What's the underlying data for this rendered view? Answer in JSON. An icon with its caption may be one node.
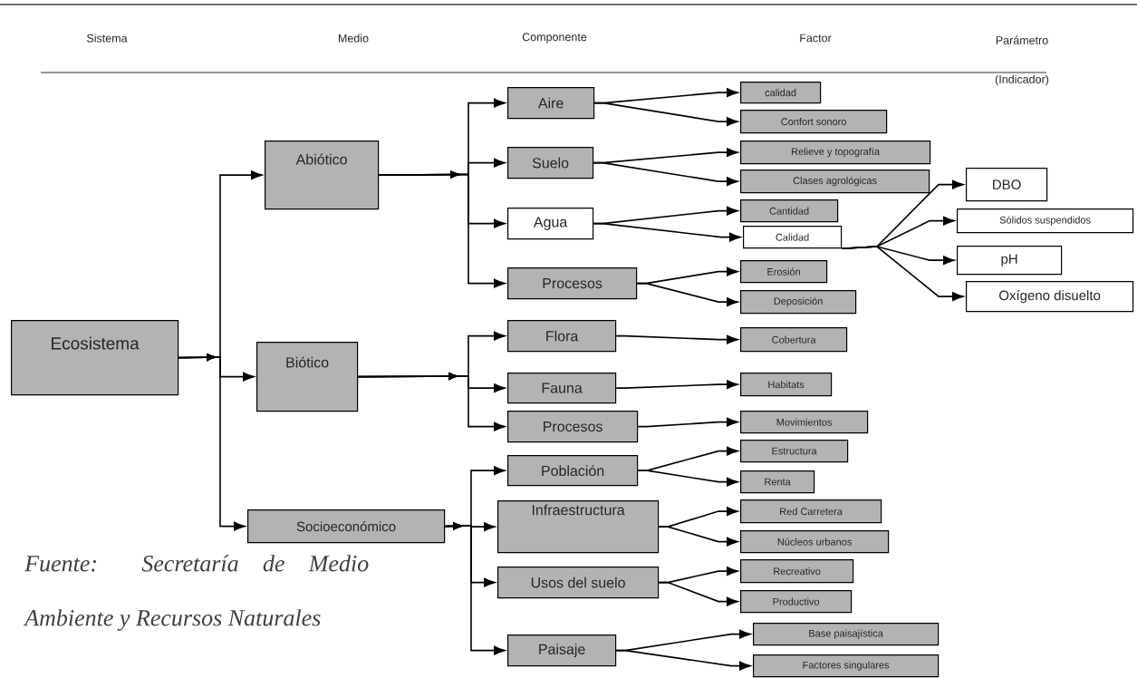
{
  "diagram": {
    "caption": "Fuente: Secretaría de Medio Ambiente y Recursos Naturales",
    "labels": [
      "Sistema",
      "Medio",
      "Componente",
      "Factor",
      "Parámetro (Indicador)"
    ],
    "nodes": [
      {
        "text": [
          "Ecosistema"
        ]
      },
      {
        "text": [
          "Abiótico"
        ]
      },
      {
        "text": [
          "Biótico"
        ]
      },
      {
        "text": [
          "Socioeconómico"
        ]
      },
      {
        "text": [
          "Aire"
        ]
      },
      {
        "text": [
          "Suelo"
        ]
      },
      {
        "text": [
          "Agua"
        ]
      },
      {
        "text": [
          "Procesos"
        ]
      },
      {
        "text": [
          "Flora"
        ]
      },
      {
        "text": [
          "Fauna"
        ]
      },
      {
        "text": [
          "Procesos"
        ]
      },
      {
        "text": [
          "Población"
        ]
      },
      {
        "text": [
          "Infraestructura"
        ]
      },
      {
        "text": [
          "Usos del suelo"
        ]
      },
      {
        "text": [
          "Paisaje"
        ]
      },
      {
        "text": [
          "calidad"
        ]
      },
      {
        "text": [
          "Confort sonoro"
        ]
      },
      {
        "text": [
          "Relieve y topografía"
        ]
      },
      {
        "text": [
          "Clases agrológicas"
        ]
      },
      {
        "text": [
          "Cantidad"
        ]
      },
      {
        "text": [
          "Calidad"
        ]
      },
      {
        "text": [
          "Erosión"
        ]
      },
      {
        "text": [
          "Deposición"
        ]
      },
      {
        "text": [
          "Cobertura"
        ]
      },
      {
        "text": [
          "Habitats"
        ]
      },
      {
        "text": [
          "Movimientos"
        ]
      },
      {
        "text": [
          "Estructura"
        ]
      },
      {
        "text": [
          "Renta"
        ]
      },
      {
        "text": [
          "Red Carretera"
        ]
      },
      {
        "text": [
          "Núcleos urbanos"
        ]
      },
      {
        "text": [
          "Recreativo"
        ]
      },
      {
        "text": [
          "Productivo"
        ]
      },
      {
        "text": [
          "Base paisajística"
        ]
      },
      {
        "text": [
          "Factores singulares"
        ]
      },
      {
        "text": [
          "DBO"
        ]
      },
      {
        "text": [
          "Sólidos suspendidos"
        ]
      },
      {
        "text": [
          "pH"
        ]
      },
      {
        "text": [
          "Oxígeno disuelto"
        ]
      }
    ],
    "edges": [
      {
        "from": 0,
        "to": 1,
        "arrow": "to"
      },
      {
        "from": 0,
        "to": 2,
        "arrow": "to"
      },
      {
        "from": 0,
        "to": 3,
        "arrow": "to"
      },
      {
        "from": 1,
        "to": 4,
        "arrow": "to"
      },
      {
        "from": 1,
        "to": 5,
        "arrow": "to"
      },
      {
        "from": 1,
        "to": 6,
        "arrow": "to"
      },
      {
        "from": 1,
        "to": 7,
        "arrow": "to"
      },
      {
        "from": 2,
        "to": 8,
        "arrow": "to"
      },
      {
        "from": 2,
        "to": 9,
        "arrow": "to"
      },
      {
        "from": 2,
        "to": 10,
        "arrow": "to"
      },
      {
        "from": 3,
        "to": 11,
        "arrow": "to"
      },
      {
        "from": 3,
        "to": 12,
        "arrow": "to"
      },
      {
        "from": 3,
        "to": 13,
        "arrow": "to"
      },
      {
        "from": 3,
        "to": 14,
        "arrow": "to"
      },
      {
        "from": 4,
        "to": 15,
        "arrow": "to"
      },
      {
        "from": 4,
        "to": 16,
        "arrow": "to"
      },
      {
        "from": 5,
        "to": 17,
        "arrow": "to"
      },
      {
        "from": 5,
        "to": 18,
        "arrow": "to"
      },
      {
        "from": 6,
        "to": 19,
        "arrow": "to"
      },
      {
        "from": 6,
        "to": 20,
        "arrow": "to"
      },
      {
        "from": 7,
        "to": 21,
        "arrow": "to"
      },
      {
        "from": 7,
        "to": 22,
        "arrow": "to"
      },
      {
        "from": 8,
        "to": 23,
        "arrow": "to"
      },
      {
        "from": 9,
        "to": 24,
        "arrow": "to"
      },
      {
        "from": 10,
        "to": 25,
        "arrow": "to"
      },
      {
        "from": 11,
        "to": 26,
        "arrow": "to"
      },
      {
        "from": 11,
        "to": 27,
        "arrow": "to"
      },
      {
        "from": 12,
        "to": 28,
        "arrow": "to"
      },
      {
        "from": 12,
        "to": 29,
        "arrow": "to"
      },
      {
        "from": 13,
        "to": 30,
        "arrow": "to"
      },
      {
        "from": 13,
        "to": 31,
        "arrow": "to"
      },
      {
        "from": 14,
        "to": 32,
        "arrow": "to"
      },
      {
        "from": 14,
        "to": 33,
        "arrow": "to"
      },
      {
        "from": 20,
        "to": 34,
        "arrow": "to"
      },
      {
        "from": 20,
        "to": 35,
        "arrow": "to"
      },
      {
        "from": 20,
        "to": 36,
        "arrow": "to"
      },
      {
        "from": 20,
        "to": 37,
        "arrow": "to"
      }
    ]
  }
}
